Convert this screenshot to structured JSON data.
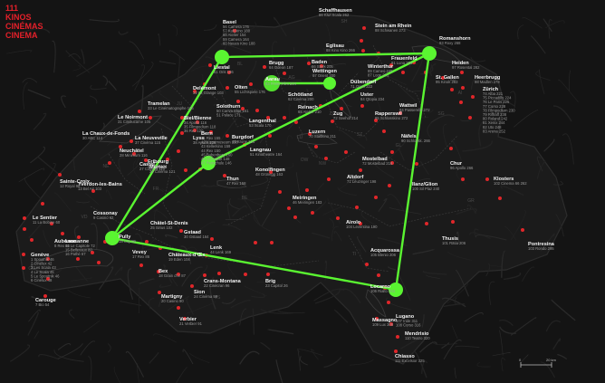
{
  "title_lines": [
    "111",
    "KINOS",
    "CINÉMAS",
    "CINEMA"
  ],
  "colors": {
    "background": "#141414",
    "route": "#5af531",
    "cinema_dot": "#e0262a",
    "title": "#e4202a",
    "city": "#f2f2f2",
    "cinema_text": "#9a9a9a"
  },
  "route_nodes": [
    "Basel",
    "Romanshorn",
    "Bern",
    "Lausanne",
    "Lugano"
  ],
  "cantons": [
    "JU",
    "SO",
    "BL",
    "AG",
    "ZH",
    "TG",
    "SH",
    "SG",
    "AR",
    "AI",
    "GL",
    "SZ",
    "UR",
    "ZG",
    "LU",
    "NW",
    "OW",
    "BE",
    "FR",
    "NE",
    "VD",
    "GE",
    "VS",
    "TI",
    "GR"
  ],
  "scale": {
    "start": "0",
    "end": "20 km"
  },
  "cities": [
    {
      "name": "Basel",
      "lines": [
        "56 Camera 176",
        "57 Kult.kino 180",
        "58 Atelier 154",
        "59 Camera 164",
        "60 Neues Kino 188"
      ]
    },
    {
      "name": "Liestal",
      "lines": [
        "61 Oris 186"
      ]
    },
    {
      "name": "Brugg",
      "lines": [
        "64 Odeon 187"
      ]
    },
    {
      "name": "Aarau",
      "lines": [
        "63 Freier Film 204"
      ]
    },
    {
      "name": "Schaffhausen",
      "lines": [
        "86 Kiwi Scala 262"
      ]
    },
    {
      "name": "Stein am Rhein",
      "lines": [
        "88 Schwanen 273"
      ]
    },
    {
      "name": "Eglisau",
      "lines": [
        "88 Kino Kino 266"
      ]
    },
    {
      "name": "Frauenfeld",
      "lines": [
        "91 Luna 264"
      ]
    },
    {
      "name": "Romanshorn",
      "lines": [
        "93 Roxy 268"
      ]
    },
    {
      "name": "Baden",
      "lines": [
        "66 Sterk 205"
      ]
    },
    {
      "name": "Winterthur",
      "lines": [
        "89 Cameo 248",
        "87 Loge 251"
      ]
    },
    {
      "name": "Wettingen",
      "lines": [
        "67 Orient 200"
      ]
    },
    {
      "name": "Dübendorf",
      "lines": [
        "71 Orion 222"
      ]
    },
    {
      "name": "St. Gallen",
      "lines": [
        "95 Kinok 283"
      ]
    },
    {
      "name": "Heiden",
      "lines": [
        "97 Rosental 282"
      ]
    },
    {
      "name": "Heerbrugg",
      "lines": [
        "98 Madlen 278"
      ]
    },
    {
      "name": "Zürich",
      "lines": [
        "74 Alba 221",
        "75 Piccadilly 224",
        "76 Le Paris 225",
        "77 Corso 228",
        "78 Filmpodium 230",
        "79 Riffraff 238",
        "80 Roland 242",
        "81 Xenix 244",
        "82 Uto 248",
        "83 Arena 252"
      ]
    },
    {
      "name": "Delémont",
      "lines": [
        "32 La Grange 103"
      ]
    },
    {
      "name": "Olten",
      "lines": [
        "55 Lichtspiele 176"
      ]
    },
    {
      "name": "Uster",
      "lines": [
        "84 Qtopia 234"
      ]
    },
    {
      "name": "Wattwil",
      "lines": [
        "94 Passerelle 272"
      ]
    },
    {
      "name": "Tramelan",
      "lines": [
        "33 Le Cinématographe 106"
      ]
    },
    {
      "name": "Le Noirmont",
      "lines": [
        "31 Cinélucarne 105"
      ]
    },
    {
      "name": "Biel/Bienne",
      "lines": [
        "34 Apollo 116",
        "35 Filmpodium 118",
        "36 Rex 120"
      ]
    },
    {
      "name": "Solothurn",
      "lines": [
        "50 Canva Blue 161",
        "51 Palace 171"
      ]
    },
    {
      "name": "Langenthal",
      "lines": [
        "53 Scala 170"
      ]
    },
    {
      "name": "Schötland",
      "lines": [
        "62 Cinéma 200"
      ]
    },
    {
      "name": "Reinach",
      "lines": [
        "65 Atelier 210"
      ]
    },
    {
      "name": "Zug",
      "lines": [
        "72 Seehof 214"
      ]
    },
    {
      "name": "Rapperswil",
      "lines": [
        "85 Schlosskino 272"
      ]
    },
    {
      "name": "La Chaux-de-Fonds",
      "lines": [
        "30 ABC 114"
      ]
    },
    {
      "name": "La Neuveville",
      "lines": [
        "37 Cinéma 115"
      ]
    },
    {
      "name": "Lyss",
      "lines": [
        "38 Apollo 126"
      ]
    },
    {
      "name": "Burgdorf",
      "lines": [
        "49 Krone 164"
      ]
    },
    {
      "name": "Luzern",
      "lines": [
        "70 Stattkino 211"
      ]
    },
    {
      "name": "Näfels",
      "lines": [
        "90 Schlossk. 266"
      ]
    },
    {
      "name": "Neuchâtel",
      "lines": [
        "28 Minimum 116"
      ]
    },
    {
      "name": "Langnau",
      "lines": [
        "51 Kinotheatre 164"
      ]
    },
    {
      "name": "Yverdon-les-Bains",
      "lines": [
        "13 Bel Air 103"
      ]
    },
    {
      "name": "Murten",
      "lines": [
        "39 Cinéma 121"
      ]
    },
    {
      "name": "Bern",
      "lines": [
        "41 Rex 155",
        "42 Kunstmuseum 158",
        "43 Kellerkino 159",
        "44 Rex 150",
        "45 Bubenberg 160",
        "46 Lichtspiel 148",
        "47 Reitschule 146"
      ]
    },
    {
      "name": "Konolfingen",
      "lines": [
        "48 Grünegg 163"
      ]
    },
    {
      "name": "Mostelbad",
      "lines": [
        "72 Mostelbad 216"
      ]
    },
    {
      "name": "Castel",
      "lines": [
        "27 Cinéma 110"
      ]
    },
    {
      "name": "Sainte-Croix",
      "lines": [
        "12 Royal 98"
      ]
    },
    {
      "name": "Fribourg",
      "lines": [
        "26 Rex 124"
      ]
    },
    {
      "name": "Thun",
      "lines": [
        "47 Rex 158"
      ]
    },
    {
      "name": "Altdorf",
      "lines": [
        "71 Leuzinger 198"
      ]
    },
    {
      "name": "Ilanz/Glion",
      "lines": [
        "100 Sil Plaz 240"
      ]
    },
    {
      "name": "Chur",
      "lines": [
        "96 Apollo 266"
      ]
    },
    {
      "name": "Klosters",
      "lines": [
        "102 Cinema 66 262"
      ]
    },
    {
      "name": "Cossonay",
      "lines": [
        "9 Casino 62"
      ]
    },
    {
      "name": "Meiringen",
      "lines": [
        "46 Meiringen 183"
      ]
    },
    {
      "name": "Le Sentier",
      "lines": [
        "11 La Bobine 60"
      ]
    },
    {
      "name": "Airolo",
      "lines": [
        "104 Leventina 190"
      ]
    },
    {
      "name": "Thusis",
      "lines": [
        "101 Rätia 206"
      ]
    },
    {
      "name": "Aubonne",
      "lines": [
        "8 Rex 65"
      ]
    },
    {
      "name": "Châtel-St-Denis",
      "lines": [
        "25 Sirius 102"
      ]
    },
    {
      "name": "Gstaad",
      "lines": [
        "30 Gstaad 164"
      ]
    },
    {
      "name": "Pontresina",
      "lines": [
        "103 Rondo 295"
      ]
    },
    {
      "name": "Genève",
      "lines": [
        "1 Spoutnik 46",
        "2 Cinélux 42",
        "3 Les Scala 43",
        "4 Le Scala 45",
        "5 Le Spoutnik 46",
        "6 Cinélux 48"
      ]
    },
    {
      "name": "Lausanne",
      "lines": [
        "14 Le Capitole 72",
        "15 Bellevaux 80",
        "16 Pathé 67"
      ]
    },
    {
      "name": "Pully",
      "lines": [
        "18 City 89"
      ]
    },
    {
      "name": "Vevey",
      "lines": [
        "17 Rex 86"
      ]
    },
    {
      "name": "Châteaux-d'Œx",
      "lines": [
        "19 Eden 104"
      ]
    },
    {
      "name": "Lenk",
      "lines": [
        "44 Lenk 169"
      ]
    },
    {
      "name": "Acquarossa",
      "lines": [
        "105 Blenio 206"
      ]
    },
    {
      "name": "Carouge",
      "lines": [
        "7 Bio 54"
      ]
    },
    {
      "name": "Bex",
      "lines": [
        "18 Grain d'or 87"
      ]
    },
    {
      "name": "Crans-Montana",
      "lines": [
        "22 Cinécran 96"
      ]
    },
    {
      "name": "Brig",
      "lines": [
        "23 Capitol 26"
      ]
    },
    {
      "name": "Locarno",
      "lines": [
        "106 Rialto 304"
      ]
    },
    {
      "name": "Martigny",
      "lines": [
        "20 Casino 90"
      ]
    },
    {
      "name": "Sion",
      "lines": [
        "24 Cinéma 99"
      ]
    },
    {
      "name": "Verbier",
      "lines": [
        "21 Verbier 91"
      ]
    },
    {
      "name": "Massagno",
      "lines": [
        "109 Lux 306"
      ]
    },
    {
      "name": "Lugano",
      "lines": [
        "107 Iride 311",
        "108 Corso 316"
      ]
    },
    {
      "name": "Mendrisio",
      "lines": [
        "110 Teatro 320"
      ]
    },
    {
      "name": "Chiasso",
      "lines": [
        "111 Excelsior 325"
      ]
    }
  ]
}
